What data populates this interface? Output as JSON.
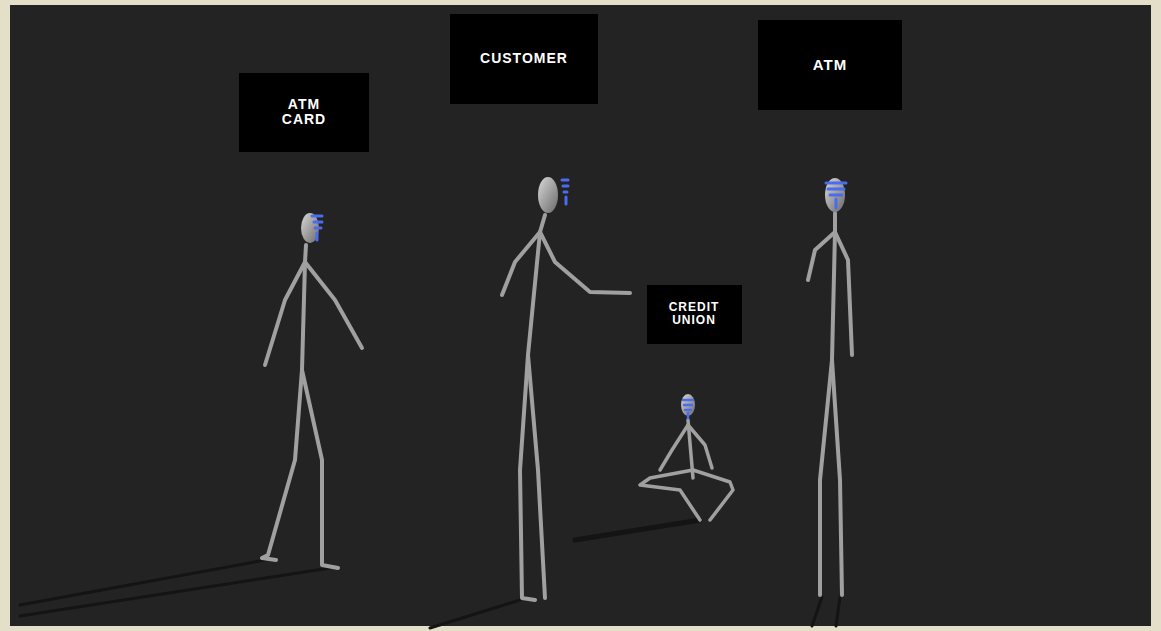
{
  "diagram": {
    "nodes": [
      {
        "text": [
          "ATM CARD"
        ]
      },
      {
        "text": [
          "CUSTOMER"
        ]
      },
      {
        "text": [
          "CREDIT UNION"
        ]
      },
      {
        "text": [
          "ATM"
        ]
      }
    ]
  }
}
